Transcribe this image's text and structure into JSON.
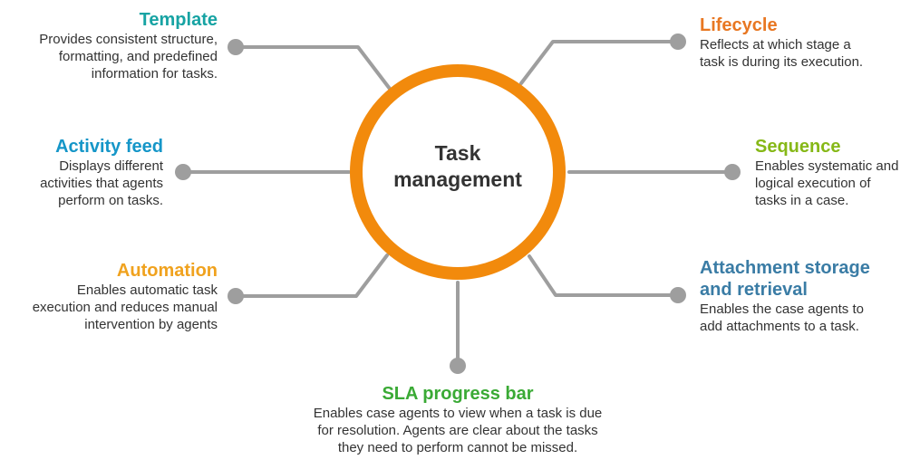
{
  "hub": {
    "line1": "Task",
    "line2": "management"
  },
  "colors": {
    "ring": "#F28A0C",
    "connector": "#9E9E9E",
    "dot": "#9E9E9E",
    "template": "#17A3A3",
    "lifecycle": "#E87722",
    "activity_feed": "#1596C8",
    "sequence": "#86B817",
    "automation": "#F0A21E",
    "attachment": "#3A7CA5",
    "sla": "#3AAA35"
  },
  "features": {
    "template": {
      "title": "Template",
      "desc": [
        "Provides consistent structure,",
        "formatting, and predefined",
        "information for tasks."
      ]
    },
    "lifecycle": {
      "title": "Lifecycle",
      "desc": [
        "Reflects at which stage a",
        "task is during its execution."
      ]
    },
    "activity_feed": {
      "title": "Activity feed",
      "desc": [
        "Displays different",
        "activities that agents",
        "perform on tasks."
      ]
    },
    "sequence": {
      "title": "Sequence",
      "desc": [
        "Enables systematic and",
        "logical execution of",
        "tasks in a case."
      ]
    },
    "automation": {
      "title": "Automation",
      "desc": [
        "Enables automatic task",
        "execution and reduces manual",
        "intervention by agents"
      ]
    },
    "attachment": {
      "title1": "Attachment storage",
      "title2": "and retrieval",
      "desc": [
        "Enables the case agents to",
        "add attachments to a task."
      ]
    },
    "sla": {
      "title": "SLA progress bar",
      "desc": [
        "Enables case agents to view when a task is due",
        "for resolution. Agents are clear about the tasks",
        "they need to perform cannot be missed."
      ]
    }
  }
}
